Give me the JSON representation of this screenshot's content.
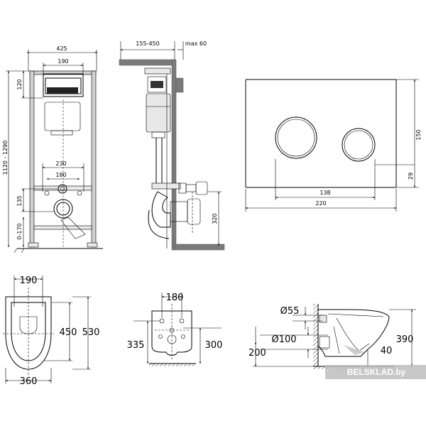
{
  "install_front": {
    "width": "425",
    "panel_width": "190",
    "top_height": "120",
    "height_range": "1120 - 1290",
    "height_135": "135",
    "floor_gap": "0-170",
    "bolt_230": "230",
    "bolt_180": "180"
  },
  "install_side": {
    "depth_range": "155-450",
    "max_depth": "max 60",
    "outlet_height": "320"
  },
  "flush_plate": {
    "width": "220",
    "height": "150",
    "button_spacing": "138",
    "button_offset": "29"
  },
  "bowl_top": {
    "width_190": "190",
    "length_450": "450",
    "length_530": "530",
    "width_360": "360"
  },
  "bowl_back": {
    "bolt_180": "180",
    "height_335": "335",
    "height_300": "300"
  },
  "bowl_side": {
    "dia_55": "Ø55",
    "dia_100": "Ø100",
    "height_200": "200",
    "height_390": "390",
    "offset_40": "40"
  },
  "watermark": "BELSKLAD.by"
}
